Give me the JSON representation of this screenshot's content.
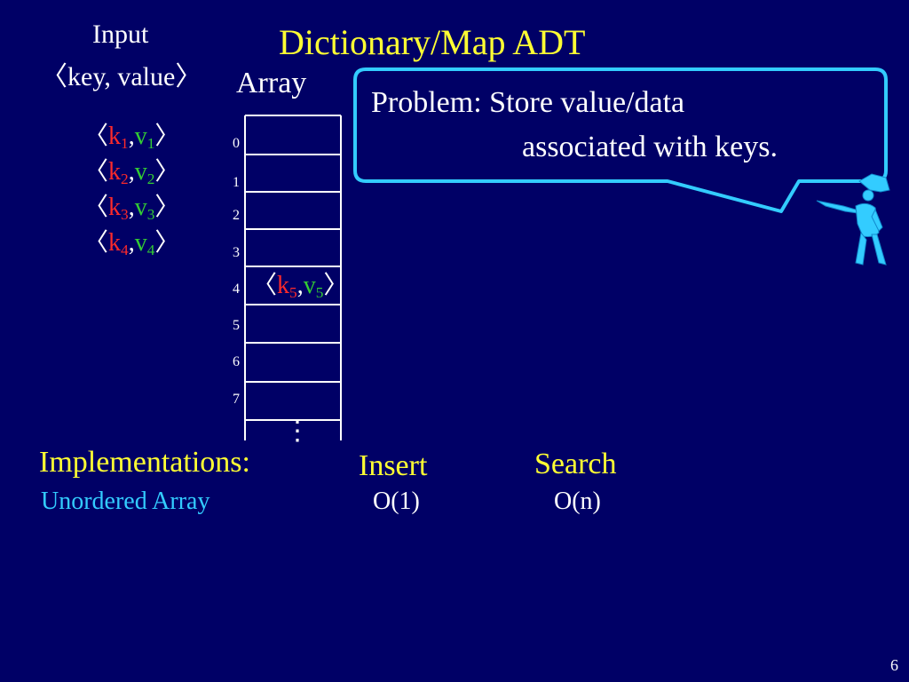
{
  "slide": {
    "title": "Dictionary/Map ADT",
    "page_number": "6"
  },
  "input": {
    "label": "Input",
    "sub_open": "〈",
    "sub_text": "key, value",
    "sub_close": "〉",
    "pairs": [
      {
        "k": "k",
        "ki": "1",
        "v": "v",
        "vi": "1"
      },
      {
        "k": "k",
        "ki": "2",
        "v": "v",
        "vi": "2"
      },
      {
        "k": "k",
        "ki": "3",
        "v": "v",
        "vi": "3"
      },
      {
        "k": "k",
        "ki": "4",
        "v": "v",
        "vi": "4"
      }
    ]
  },
  "array": {
    "label": "Array",
    "indices": [
      "0",
      "1",
      "2",
      "3",
      "4",
      "5",
      "6",
      "7"
    ],
    "stored_pair": {
      "k": "k",
      "ki": "5",
      "v": "v",
      "vi": "5"
    },
    "ellipsis": "⋮"
  },
  "callout": {
    "line1": "Problem: Store value/data",
    "line2": "associated with keys."
  },
  "table": {
    "implementations_label": "Implementations:",
    "row_label": "Unordered Array",
    "insert_header": "Insert",
    "insert_value": "O(1)",
    "search_header": "Search",
    "search_value": "O(n)"
  },
  "colors": {
    "background": "#000066",
    "title": "#ffff33",
    "key": "#ff2a2a",
    "value": "#33cc33",
    "row_label": "#33ccff",
    "callout_border": "#33ccff",
    "figure": "#33ccff"
  },
  "icons": {
    "mascot": "pirate-figure-icon"
  }
}
